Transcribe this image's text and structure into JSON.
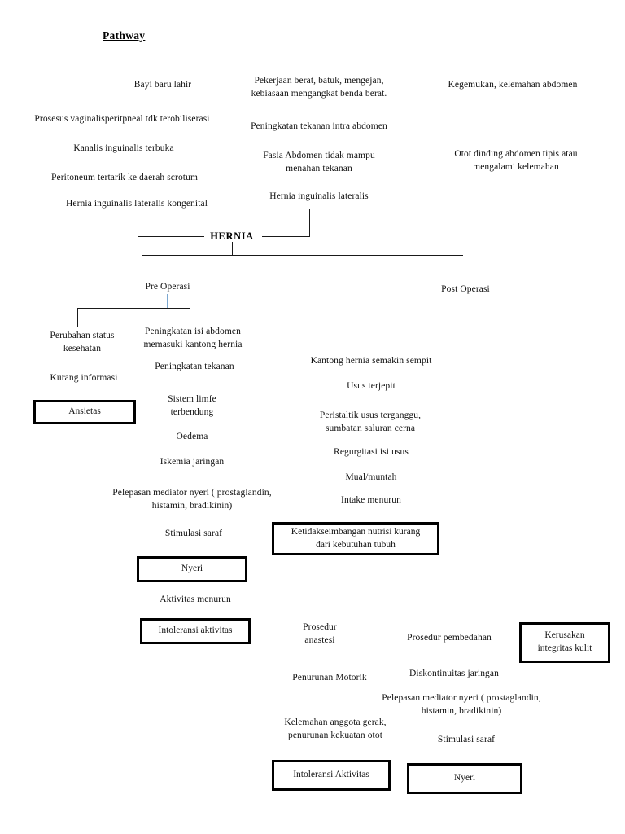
{
  "document": {
    "title": "Pathway"
  },
  "central_node": {
    "label": "HERNIA"
  },
  "etiology_columns": {
    "left": [
      {
        "label": "Bayi baru lahir"
      },
      {
        "label": "Prosesus vaginalisperitpneal tdk terobiliserasi"
      },
      {
        "label": "Kanalis inguinalis terbuka"
      },
      {
        "label": "Peritoneum tertarik ke daerah scrotum"
      },
      {
        "label": "Hernia inguinalis lateralis kongenital"
      }
    ],
    "middle": [
      {
        "label": "Pekerjaan berat, batuk, mengejan,\nkebiasaan mengangkat benda berat."
      },
      {
        "label": "Peningkatan tekanan intra abdomen"
      },
      {
        "label": "Fasia Abdomen tidak mampu\nmenahan tekanan"
      },
      {
        "label": "Hernia inguinalis lateralis"
      }
    ],
    "right": [
      {
        "label": "Kegemukan, kelemahan abdomen"
      },
      {
        "label": "Otot dinding abdomen tipis atau\nmengalami kelemahan"
      }
    ]
  },
  "phases": {
    "pre_operasi": {
      "label": "Pre Operasi"
    },
    "post_operasi": {
      "label": "Post Operasi"
    }
  },
  "pre_operasi_branches": {
    "anxiety_chain": [
      {
        "label": "Perubahan status\nkesehatan"
      },
      {
        "label": "Kurang informasi"
      }
    ],
    "anxiety_diagnosis": {
      "label": "Ansietas"
    },
    "pain_chain": [
      {
        "label": "Peningkatan isi abdomen\nmemasuki kantong hernia"
      },
      {
        "label": "Peningkatan tekanan"
      },
      {
        "label": "Sistem limfe\nterbendung"
      },
      {
        "label": "Oedema"
      },
      {
        "label": "Iskemia jaringan"
      },
      {
        "label": "Pelepasan mediator nyeri ( prostaglandin,\nhistamin, bradikinin)"
      },
      {
        "label": "Stimulasi saraf"
      }
    ],
    "pain_diagnosis": {
      "label": "Nyeri"
    },
    "activity_chain": [
      {
        "label": "Aktivitas menurun"
      }
    ],
    "activity_diagnosis": {
      "label": "Intoleransi aktivitas"
    },
    "nutrition_chain": [
      {
        "label": "Kantong hernia semakin sempit"
      },
      {
        "label": "Usus terjepit"
      },
      {
        "label": "Peristaltik usus terganggu,\nsumbatan saluran cerna"
      },
      {
        "label": "Regurgitasi isi usus"
      },
      {
        "label": "Mual/muntah"
      },
      {
        "label": "Intake menurun"
      }
    ],
    "nutrition_diagnosis": {
      "label": "Ketidakseimbangan nutrisi kurang\ndari kebutuhan tubuh"
    }
  },
  "post_operasi_branches": {
    "anesthesia_chain": [
      {
        "label": "Prosedur\nanastesi"
      },
      {
        "label": "Penurunan Motorik"
      },
      {
        "label": "Kelemahan anggota gerak,\npenurunan kekuatan otot"
      }
    ],
    "anesthesia_diagnosis": {
      "label": "Intoleransi Aktivitas"
    },
    "surgery_chain": [
      {
        "label": "Prosedur pembedahan"
      },
      {
        "label": "Diskontinuitas jaringan"
      },
      {
        "label": "Pelepasan mediator nyeri ( prostaglandin,\nhistamin, bradikinin)"
      },
      {
        "label": "Stimulasi saraf"
      }
    ],
    "surgery_diagnosis": {
      "label": "Nyeri"
    },
    "skin_diagnosis": {
      "label": "Kerusakan\nintegritas kulit"
    }
  },
  "colors": {
    "line": "#1a1a1a",
    "accent_line": "#7ba7d0",
    "box_border": "#000000",
    "text": "#111111",
    "background": "#ffffff"
  }
}
